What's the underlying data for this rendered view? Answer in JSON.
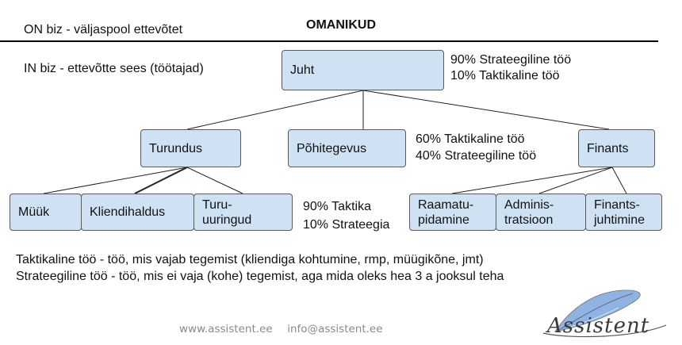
{
  "header": {
    "outside_label": "ON biz - väljaspool ettevõtet",
    "title": "OMANIKUD",
    "inside_label": "IN biz - ettevõtte sees (töötajad)"
  },
  "boxes": {
    "juht": "Juht",
    "turundus": "Turundus",
    "pohitegevus": "Põhitegevus",
    "finants": "Finants",
    "myyk": "Müük",
    "kliendihaldus": "Kliendihaldus",
    "turuuuringud": [
      "Turu-",
      "uuringud"
    ],
    "raamatupidamine": [
      "Raamatu-",
      "pidamine"
    ],
    "administratsioon": [
      "Adminis-",
      "tratsioon"
    ],
    "finantsjuhtimine": [
      "Finants-",
      "juhtimine"
    ]
  },
  "notes": {
    "juht": [
      "90% Strateegiline töö",
      "10% Taktikaline töö"
    ],
    "pohitegevus": [
      "60% Taktikaline töö",
      "40% Strateegiline töö"
    ],
    "turundus_sub": [
      "90% Taktika",
      "10% Strateegia"
    ]
  },
  "definitions": [
    "Taktikaline töö - töö, mis vajab tegemist (kliendiga kohtumine, rmp, müügikõne, jmt)",
    "Strateegiline töö - töö, mis ei vaja (kohe) tegemist, aga mida oleks hea 3 a jooksul teha"
  ],
  "footer": {
    "website": "www.assistent.ee",
    "email": "info@assistent.ee",
    "logo_text": "Assistent"
  },
  "colors": {
    "box_fill": "#cfe2f3",
    "box_border": "#595959",
    "logo_feather": "#8fb4e3"
  }
}
